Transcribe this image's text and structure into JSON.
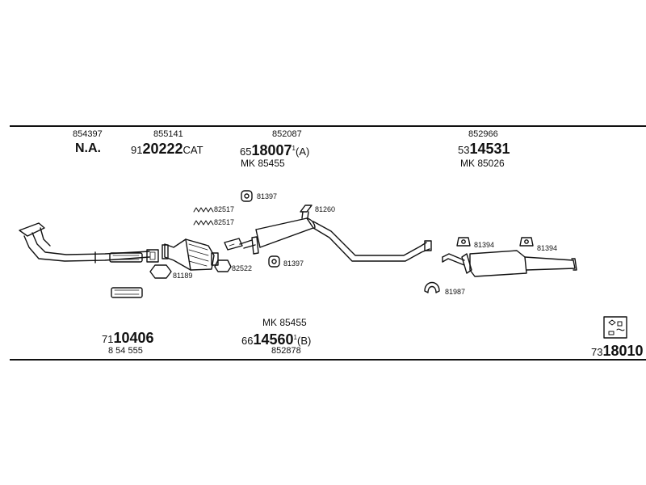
{
  "header": {
    "col1": {
      "ref": "854397",
      "code": "N.A."
    },
    "col2": {
      "ref": "855141",
      "prefix": "91",
      "main": "20222",
      "suffix": "CAT"
    },
    "col3": {
      "ref": "852087",
      "prefix": "65",
      "main": "18007",
      "sup": "1",
      "suffix": "(A)",
      "mk": "MK 85455"
    },
    "col4": {
      "ref": "852966",
      "prefix": "53",
      "main": "14531",
      "mk": "MK 85026"
    }
  },
  "footer": {
    "left": {
      "prefix": "71",
      "main": "10406",
      "ref": "8 54 555"
    },
    "center": {
      "mk": "MK 85455",
      "prefix": "66",
      "main": "14560",
      "sup": "1",
      "suffix": "(B)",
      "ref": "852878"
    },
    "right": {
      "prefix": "73",
      "main": "18010"
    }
  },
  "parts": {
    "p81397a": "81397",
    "p82517a": "82517",
    "p82517b": "82517",
    "p81260": "81260",
    "p82522": "82522",
    "p81397b": "81397",
    "p81189": "81189",
    "p81394a": "81394",
    "p81394b": "81394",
    "p81987": "81987"
  },
  "icons": {
    "kit_box": "mounting-kit-icon"
  }
}
